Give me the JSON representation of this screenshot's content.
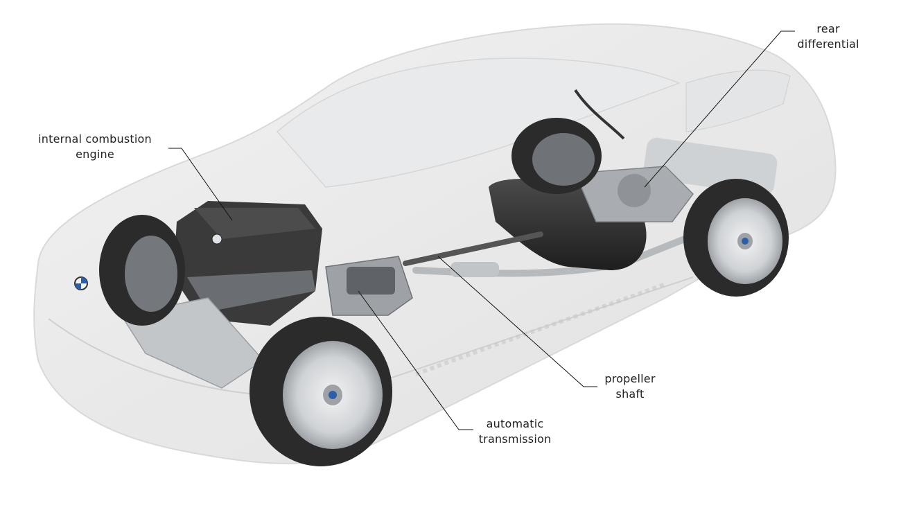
{
  "labels": {
    "engine": {
      "line1": "internal combustion",
      "line2": "engine"
    },
    "rear_differential": {
      "line1": "rear",
      "line2": "differential"
    },
    "propeller_shaft": {
      "line1": "propeller",
      "line2": "shaft"
    },
    "transmission": {
      "line1": "automatic",
      "line2": "transmission"
    }
  },
  "colors": {
    "body_ghost": "#e6e6e6",
    "body_outline": "#d0d0d0",
    "tire": "#2b2b2b",
    "rim": "#d8dadc",
    "engine": "#3a3a3a",
    "chassis": "#b9bcbf",
    "leader_line": "#111111"
  }
}
